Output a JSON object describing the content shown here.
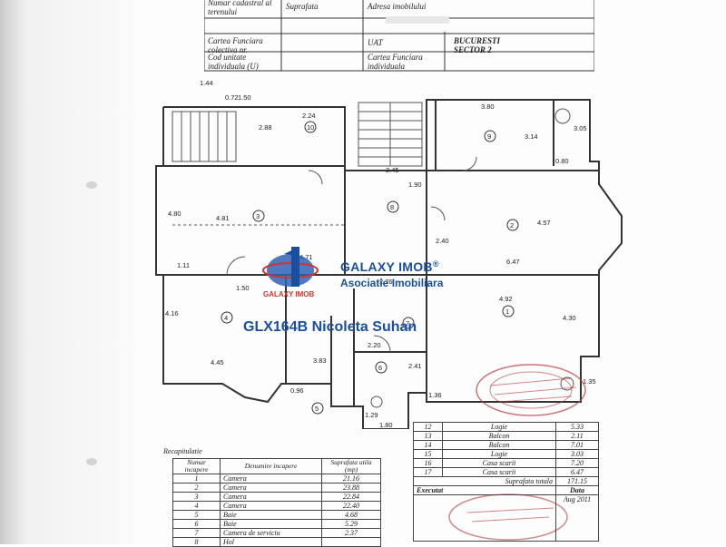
{
  "document": {
    "top_table": {
      "r1c1": "Numar cadastral al terenului",
      "r1c2": "Suprafata",
      "r1c3": "Adresa imobilului",
      "r2c1": "Cartea Funciara colectiva nr.",
      "r2c2": "UAT",
      "r2c3": "BUCURESTI SECTOR 2",
      "r3c1": "Cod unitate individuala (U)",
      "r3c2": "Cartea Funciara individuala"
    },
    "plan_labels": {
      "dims": [
        "1.44",
        "0.72",
        "1.50",
        "2.88",
        "2.24",
        "3.80",
        "3.14",
        "3.05",
        "0.80",
        "2.45",
        "1.90",
        "4.57",
        "4.80",
        "4.81",
        "6.47",
        "2.40",
        "4.71",
        "1.11",
        "1.50",
        "2.76",
        "4.16",
        "4.92",
        "4.30",
        "4.45",
        "3.83",
        "2.20",
        "2.41",
        "1.80",
        "0.96",
        "1.29",
        "1.36",
        "1.35"
      ],
      "rooms": [
        "1",
        "2",
        "3",
        "4",
        "5",
        "6",
        "7",
        "8",
        "9",
        "10"
      ]
    },
    "logo": {
      "name": "GALAXY IMOB",
      "registered": "®",
      "subtitle": "Asociatie Imobiliara",
      "small": "GALAXY IMOB",
      "tagline": "Asociatie Imobiliara"
    },
    "watermark": "GLX164B Nicoleta Suhan",
    "recap": {
      "title": "Recapitulatie",
      "headers": [
        "Numar incapere",
        "Denumire incapere",
        "Suprafata utila (mp)"
      ],
      "rows": [
        [
          "1",
          "Camera",
          "21.16"
        ],
        [
          "2",
          "Camera",
          "23.88"
        ],
        [
          "3",
          "Camera",
          "22.84"
        ],
        [
          "4",
          "Camera",
          "22.40"
        ],
        [
          "5",
          "Baie",
          "4.68"
        ],
        [
          "6",
          "Baie",
          "5.29"
        ],
        [
          "7",
          "Camera de serviciu",
          "2.37"
        ],
        [
          "8",
          "Hol",
          ""
        ]
      ]
    },
    "right_table": {
      "rows": [
        [
          "12",
          "Logie",
          "5.33"
        ],
        [
          "13",
          "Balcon",
          "2.11"
        ],
        [
          "14",
          "Balcon",
          "7.01"
        ],
        [
          "15",
          "Logie",
          "3.03"
        ],
        [
          "16",
          "Casa scarii",
          "7.20"
        ],
        [
          "17",
          "Casa scarii",
          "6.47"
        ]
      ],
      "total_label": "Suprafata totala",
      "total_value": "171.15",
      "executat": "Executat",
      "data_label": "Data",
      "data_value": "Aug 2011"
    }
  }
}
